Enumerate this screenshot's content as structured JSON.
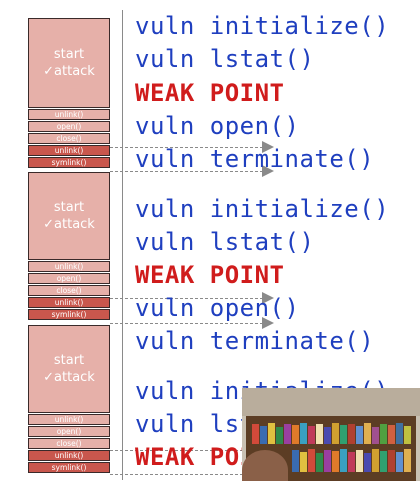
{
  "attack": {
    "start_line1": "start",
    "start_line2": "✓attack",
    "calls": [
      "unlink()",
      "open()",
      "close()",
      "unlink()",
      "symlink()"
    ]
  },
  "code_groups": [
    [
      "vuln initialize()",
      "vuln lstat()",
      "WEAK POINT",
      "vuln open()",
      "vuln terminate()"
    ],
    [
      "vuln initialize()",
      "vuln lstat()",
      "WEAK POINT",
      "vuln open()",
      "vuln terminate()"
    ],
    [
      "vuln initialize()",
      "vuln lstat()",
      "WEAK POINT"
    ]
  ],
  "colors": {
    "code": "#1f3fbf",
    "weak": "#d01c1c",
    "block": "#e6b0a9",
    "block_hot": "#c9574d"
  },
  "overlay": {
    "type": "webcam-feed",
    "icon": "bookshelf-video-icon"
  }
}
